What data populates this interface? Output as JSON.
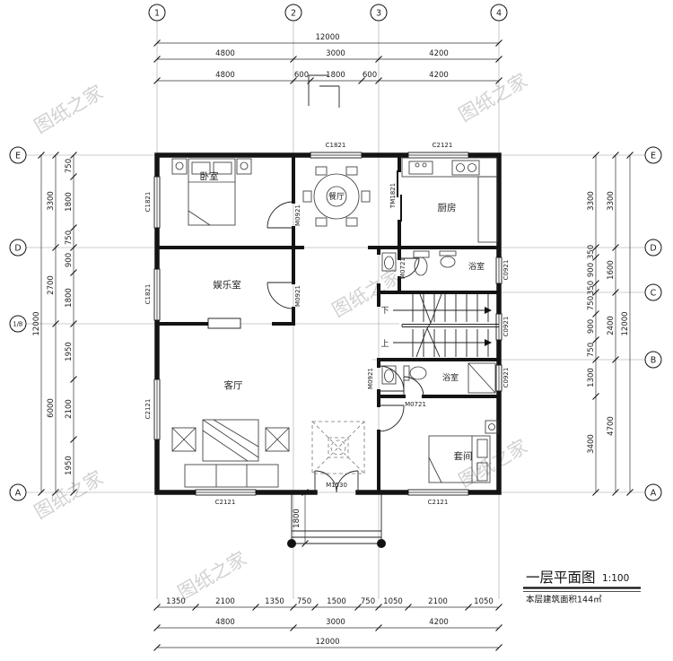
{
  "watermark": {
    "text": "图纸之家"
  },
  "axes": {
    "top": [
      "1",
      "2",
      "3",
      "4"
    ],
    "left": [
      "E",
      "D",
      "1/B",
      "A"
    ],
    "right": [
      "E",
      "D",
      "C",
      "B",
      "A"
    ]
  },
  "dims": {
    "top_total": "12000",
    "top_major": [
      "4800",
      "3000",
      "4200"
    ],
    "top_minor": [
      "4800",
      "600",
      "1800",
      "600",
      "4200"
    ],
    "bottom_minor": [
      "1350",
      "2100",
      "1350",
      "750",
      "1500",
      "750",
      "1050",
      "2100",
      "1050"
    ],
    "bottom_major": [
      "4800",
      "3000",
      "4200"
    ],
    "bottom_total": "12000",
    "left_total": "12000",
    "left_major": [
      "3300",
      "2700",
      "6000"
    ],
    "left_minor": [
      "750",
      "1800",
      "750",
      "900",
      "1800",
      "1950",
      "2100",
      "1950"
    ],
    "right_minor": [
      "3300",
      "350",
      "900",
      "350",
      "750",
      "900",
      "750",
      "1300",
      "3400"
    ],
    "right_major": [
      "3300",
      "1600",
      "2400",
      "4700"
    ],
    "right_total": "12000",
    "porch_depth": "1800"
  },
  "rooms": {
    "bedroom": "卧室",
    "dining": "餐厅",
    "kitchen": "厨房",
    "entertainment": "娱乐室",
    "bath1": "浴室",
    "bath2": "浴室",
    "living": "客厅",
    "suite": "套间"
  },
  "stairs": {
    "down": "下",
    "up": "上"
  },
  "openings": {
    "c1821_top": "C1821",
    "c2121_top": "C2121",
    "c1821_left_bed": "C1821",
    "c1821_left_ent": "C1821",
    "c2121_left_liv": "C2121",
    "c2121_bottom_liv": "C2121",
    "m1530_entry": "M1530",
    "c2121_bottom_suite": "C2121",
    "c0921_bath1": "C0921",
    "c0921_stair": "C0921",
    "c0921_bath2": "C0921",
    "m0921_bed": "M0921",
    "m0921_ent": "M0921",
    "m0921_bath2": "M0921",
    "m0721_bath1": "M0721",
    "m0721_bath2": "M0721",
    "tm1821_kitchen": "TM1821"
  },
  "titleblock": {
    "title": "一层平面图",
    "scale": "1:100",
    "area": "本层建筑面积144㎡"
  }
}
